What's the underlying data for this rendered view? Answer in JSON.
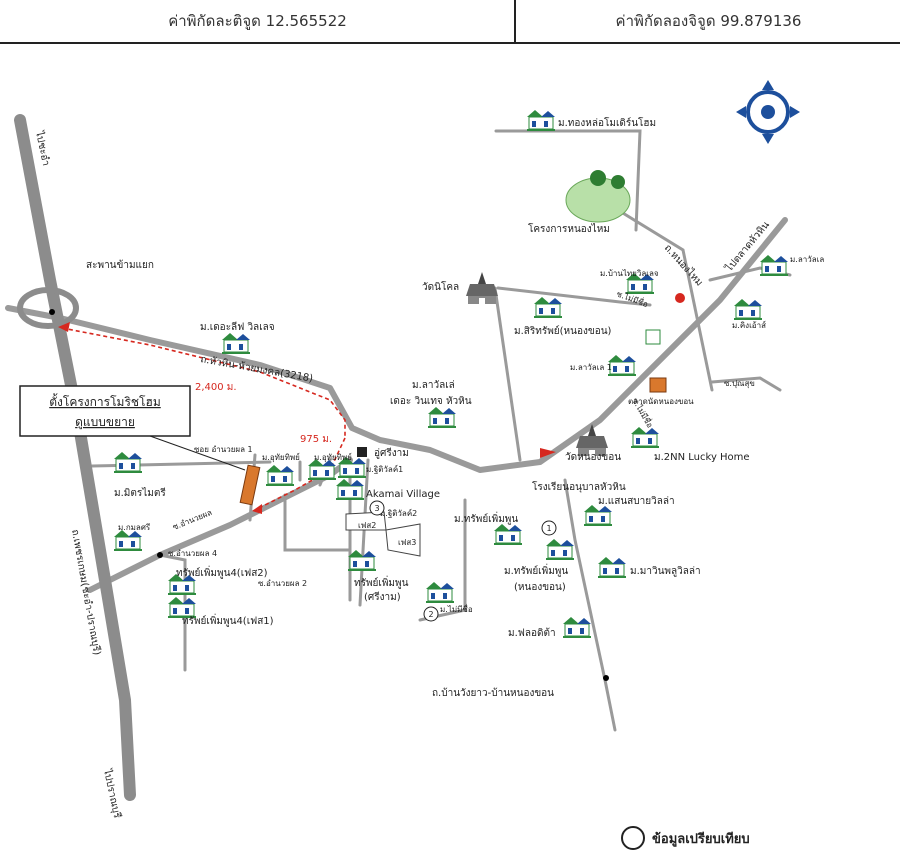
{
  "header": {
    "latitude_text": "ค่าพิกัดละติจูด 12.565522",
    "longitude_text": "ค่าพิกัดลองจิจูด 99.879136"
  },
  "project": {
    "title_line1": "ตั้งโครงการโมริชโฮม",
    "title_line2": "ดูแบบขยาย"
  },
  "distances": {
    "d1": "2,400 ม.",
    "d2": "975 ม."
  },
  "roads": {
    "to_cha_am": "ไปชะอำ",
    "to_pranburi": "ไปปราณบุรี",
    "petchkasem": "ถ.เพชรเกษม(ชะอำ-ปราณบุรี)",
    "overpass": "สะพานข้ามแยก",
    "huahin_huaimongkol": "ถ.หัวหิน-ห้วยมงคล(3218)",
    "nong_hon_mai": "ถ.หนองไหม",
    "to_huahin_market": "ไปตลาดหัวหิน",
    "soi_mai_sithi": "ซ.ไม่มีชื่อ",
    "soi_mai_sithi2": "ซ.ไม่มีชื่อ",
    "soi_punsuk": "ซ.ปุณสุข",
    "soi_amnuaypol_1": "ซอย อำนวยผล 1",
    "soi_amnuaypol": "ซ.อำนวยผล",
    "soi_amnuaypol_4": "ซ.อำนวยผล 4",
    "soi_amnuaypol_2": "ซ.อำนวยผล 2",
    "soi_wang_yao": "ถ.บ้านวังยาว-บ้านหนองขอน"
  },
  "places": {
    "mubaan_thonglor": "ม.ทองหล่อโมเดิร์นโฮม",
    "nong_hon_mai_project": "โครงการหนองไหม",
    "wat_nikhom": "วัดนิโคล",
    "mubaan_sirisap": "ม.สิริทรัพย์(หนองขอน)",
    "ban_thai_villa": "ม.บ้านไทยวิลเลจ",
    "lavalle_right": "ม.ลาวัลเล",
    "king_estate": "ม.คิงเอ้าส์",
    "lavalle_1": "ม.ลาวัลเล 1",
    "punsuk_market": "ตลาดนัดหนองขอน",
    "the_life_villa": "ม.เดอะลีฟ วิลเลจ",
    "lavalle_winthep_1": "ม.ลาวัลเล่",
    "lavalle_winthep_2": "เดอะ วินเทจ หัวหิน",
    "wat_nong_khon": "วัดหนองขอน",
    "nn_lucky_home": "ม.2NN Lucky Home",
    "school": "โรงเรียนอนุบาลหัวหิน",
    "saensabai_villa": "ม.แสนสบายวิลล่า",
    "u_sriram": "อู่ศรีงาม",
    "mubaan_uthai": "ม.อุทัยทิพย์",
    "mubaan_uthai2": "ม.อุทัยทิพย์",
    "subway_1": "ม.ฐิติวัลค์1",
    "akamai": "Akamai Village",
    "subway_2": "ม.ฐิติวัลค์2",
    "phase2": "เฟส2",
    "phase3": "เฟส3",
    "mitr_maitri": "ม.มิตรไมตรี",
    "kamsri": "ม.กมลศรี",
    "subphenpoon_phase2": "ทรัพย์เพิ่มพูน4(เฟส2)",
    "subphenpoon_phase1": "ทรัพย์เพิ่มพูน4(เฟส1)",
    "subphenpoon_sriram_1": "ทรัพย์เพิ่มพูน",
    "subphenpoon_sriram_2": "(ศรีงาม)",
    "subphenpoon_center": "ม.ทรัพย์เพิ่มพูน",
    "mai_mi_chue": "ม.ไม่มีชื่อ",
    "subphenpoon_nk_1": "ม.ทรัพย์เพิ่มพูน",
    "subphenpoon_nk_2": "(หนองขอน)",
    "marvin_villa": "ม.มาวินพลูวิลล่า",
    "fluorite": "ม.ฟลอดิต้า"
  },
  "markers": {
    "m1": "1",
    "m2": "2",
    "m3": "3"
  },
  "legend": {
    "text": "ข้อมูลเปรียบเทียบ"
  },
  "colors": {
    "road": "#9a9a9a",
    "highway": "#8c8c8c",
    "route": "#d6281f",
    "house_green": "#2e8b3e",
    "house_blue": "#1d4f9c",
    "project_plot": "#d9782d",
    "compass": "#1d4f9c"
  }
}
